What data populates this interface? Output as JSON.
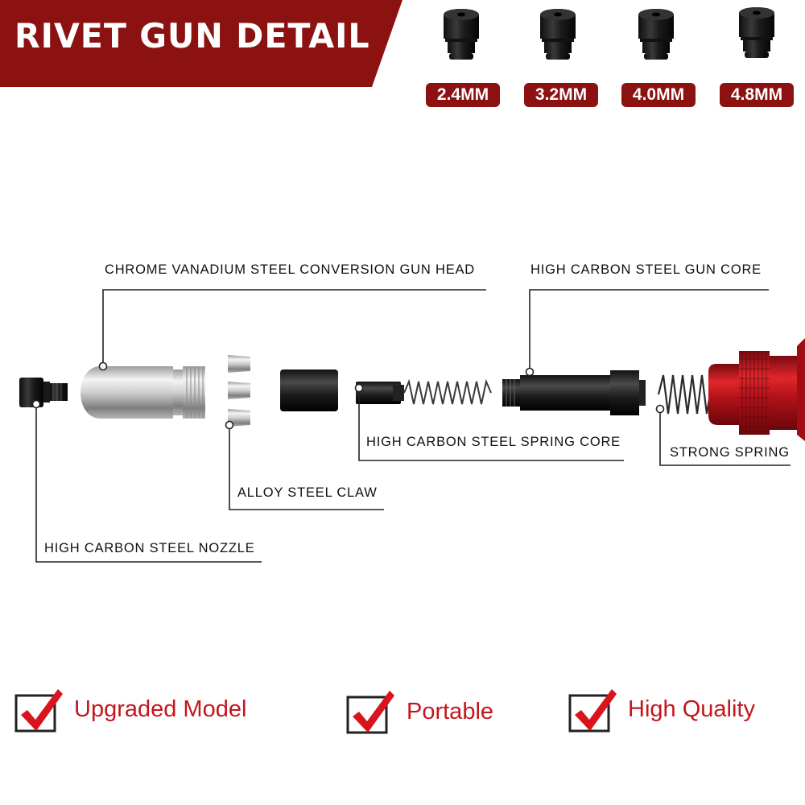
{
  "header": {
    "title": "RIVET GUN DETAIL",
    "banner_color": "#8c1212"
  },
  "nozzles": [
    {
      "label": "2.4MM",
      "icon": "nozzle-head-icon"
    },
    {
      "label": "3.2MM",
      "icon": "nozzle-head-icon"
    },
    {
      "label": "4.0MM",
      "icon": "nozzle-head-icon"
    },
    {
      "label": "4.8MM",
      "icon": "nozzle-head-icon"
    }
  ],
  "callouts": {
    "gun_head": "CHROME VANADIUM STEEL CONVERSION GUN HEAD",
    "gun_core": "HIGH CARBON STEEL GUN CORE",
    "spring_core": "HIGH CARBON STEEL SPRING CORE",
    "strong_spring": "STRONG SPRING",
    "claw": "ALLOY STEEL CLAW",
    "nozzle": "HIGH CARBON STEEL NOZZLE"
  },
  "features": [
    {
      "label": "Upgraded Model",
      "icon": "checkbox-check-icon"
    },
    {
      "label": "Portable",
      "icon": "checkbox-check-icon"
    },
    {
      "label": "High Quality",
      "icon": "checkbox-check-icon"
    }
  ],
  "colors": {
    "accent_red": "#c4161c",
    "dark_red": "#8c1212",
    "body_red": "#c8141c",
    "steel_black": "#1c1c1c"
  }
}
